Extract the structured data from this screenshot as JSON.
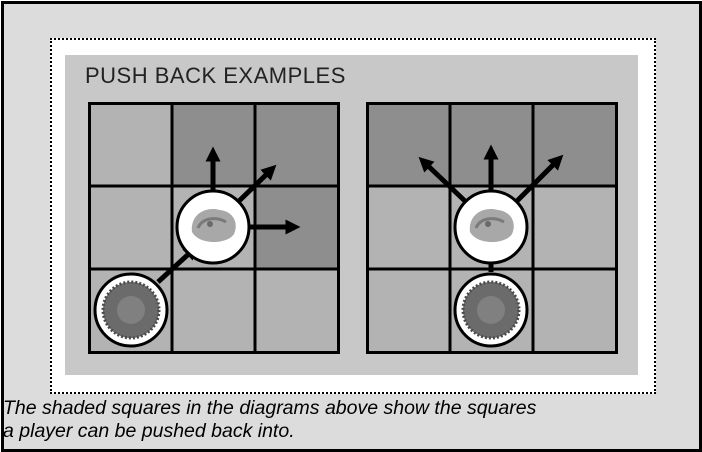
{
  "title": "PUSH BACK EXAMPLES",
  "caption": {
    "line1": "The shaded squares in the diagrams above show the squares",
    "line2": "a player can be pushed back into."
  },
  "colors": {
    "light_square": "#b3b3b3",
    "shaded_square": "#8e8e8e",
    "panel": "#c8c8c8",
    "page_background": "#dcdcdc",
    "grid_line": "#000000"
  },
  "diagrams": [
    {
      "name": "diagonal-push",
      "shaded_squares": [
        [
          0,
          1
        ],
        [
          0,
          2
        ],
        [
          1,
          2
        ]
      ],
      "blocker": [
        2,
        0
      ],
      "target": [
        1,
        1
      ],
      "arrows": [
        "up",
        "up-right",
        "right"
      ]
    },
    {
      "name": "straight-push",
      "shaded_squares": [
        [
          0,
          0
        ],
        [
          0,
          1
        ],
        [
          0,
          2
        ]
      ],
      "blocker": [
        2,
        1
      ],
      "target": [
        1,
        1
      ],
      "arrows": [
        "up-left",
        "up",
        "up-right"
      ]
    }
  ]
}
